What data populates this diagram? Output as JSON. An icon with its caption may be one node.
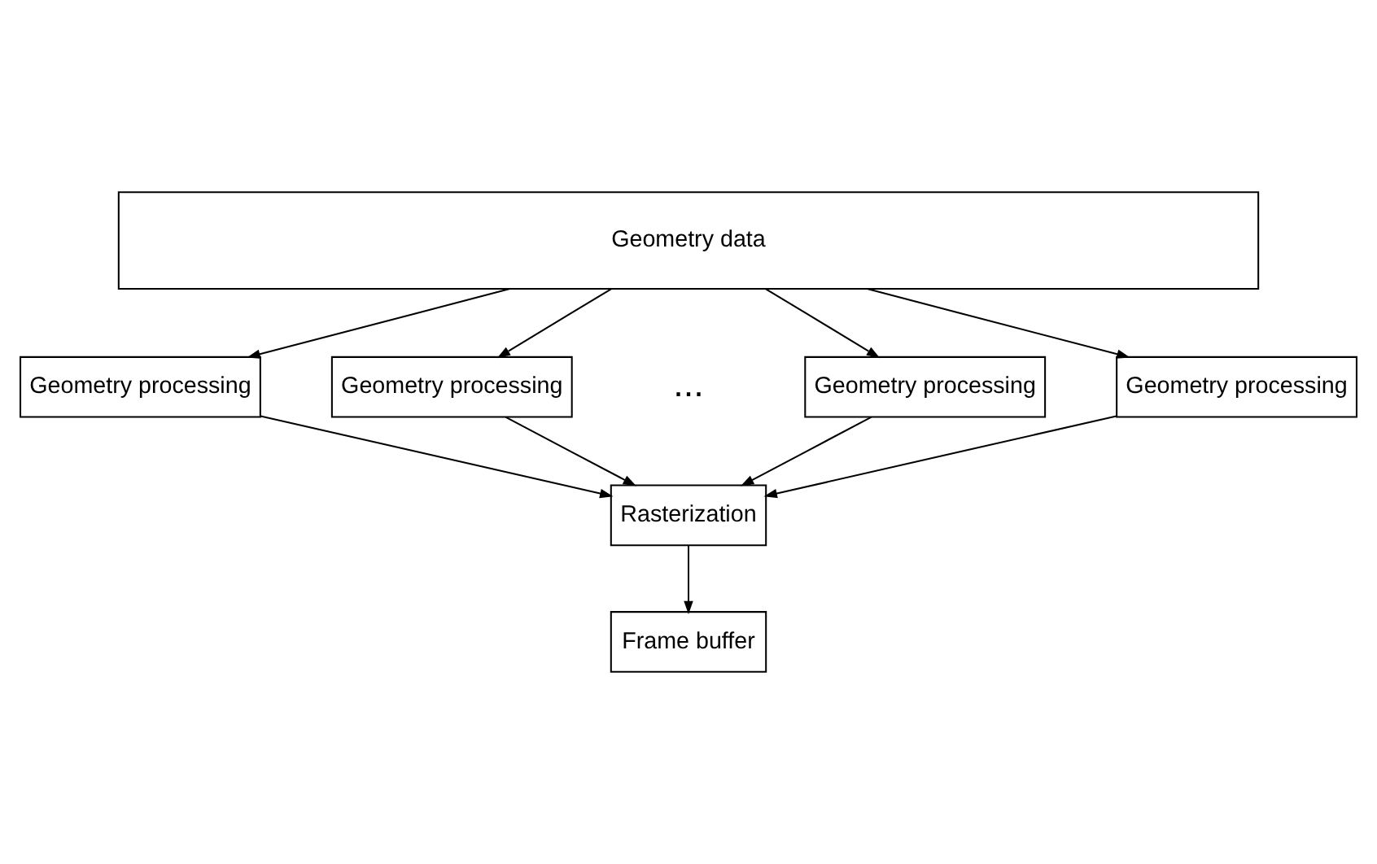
{
  "diagram": {
    "nodes": [
      {
        "text": [
          "Geometry data"
        ]
      },
      {
        "text": [
          "Geometry processing"
        ]
      },
      {
        "text": [
          "Geometry processing"
        ]
      },
      {
        "text": [
          "Geometry processing"
        ]
      },
      {
        "text": [
          "Geometry processing"
        ]
      },
      {
        "text": [
          "Rasterization"
        ]
      },
      {
        "text": [
          "Frame buffer"
        ]
      }
    ],
    "edges": [
      {
        "from": 0,
        "to": 1,
        "arrow": "to"
      },
      {
        "from": 0,
        "to": 2,
        "arrow": "to"
      },
      {
        "from": 0,
        "to": 3,
        "arrow": "to"
      },
      {
        "from": 0,
        "to": 4,
        "arrow": "to"
      },
      {
        "from": 1,
        "to": 5,
        "arrow": "to"
      },
      {
        "from": 2,
        "to": 5,
        "arrow": "to"
      },
      {
        "from": 3,
        "to": 5,
        "arrow": "to"
      },
      {
        "from": 4,
        "to": 5,
        "arrow": "to"
      },
      {
        "from": 5,
        "to": 6,
        "arrow": "to"
      }
    ],
    "labels": [
      "..."
    ]
  }
}
